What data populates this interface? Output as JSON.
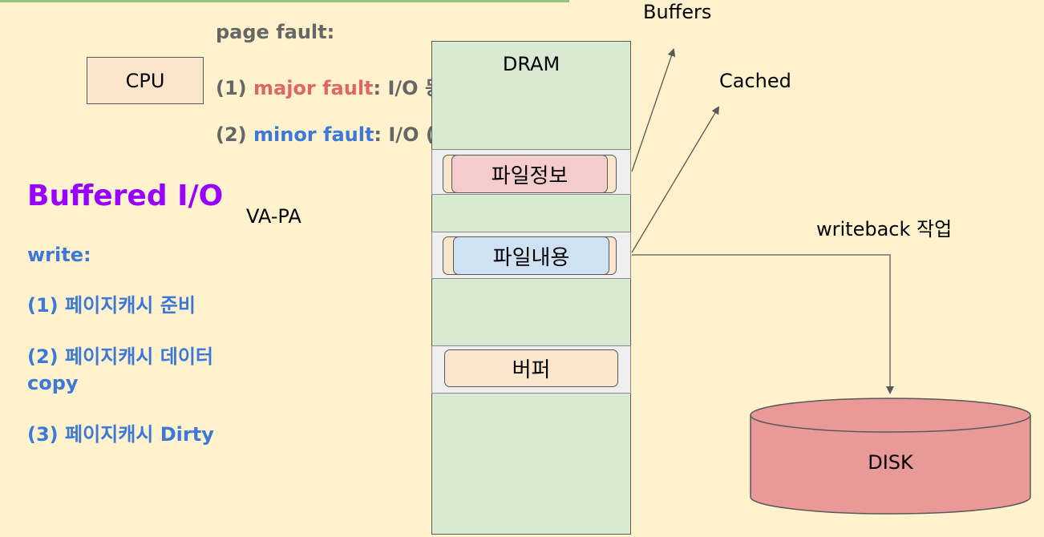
{
  "cpu": {
    "label": "CPU"
  },
  "page_fault": {
    "title": "page fault:",
    "major": {
      "prefix": "(1) ",
      "term": "major fault",
      "suffix": ": I/O 동반"
    },
    "minor": {
      "prefix": "(2) ",
      "term": "minor fault",
      "suffix": ": I/O (X)"
    }
  },
  "buffered_io": {
    "title": "Buffered I/O",
    "steps": [
      "write:",
      "(1) 페이지캐시 준비",
      "(2) 페이지캐시 데이터 copy",
      "(3) 페이지캐시 Dirty"
    ]
  },
  "va_pa": "VA-PA",
  "dram": {
    "label": "DRAM",
    "file_info": "파일정보",
    "file_content": "파일내용",
    "buffer": "버퍼"
  },
  "labels": {
    "buffers": "Buffers",
    "cached": "Cached",
    "writeback": "writeback 작업"
  },
  "disk": {
    "label": "DISK"
  },
  "colors": {
    "background": "#fff2cc",
    "dram": "#d9ead3",
    "file_info": "#f4cccc",
    "file_content": "#cfe2f3",
    "buffer": "#fce5cd",
    "disk": "#ea9999",
    "major_fault": "#e06666",
    "minor_fault": "#3c78d8",
    "buffered_io_title": "#9900ff"
  }
}
